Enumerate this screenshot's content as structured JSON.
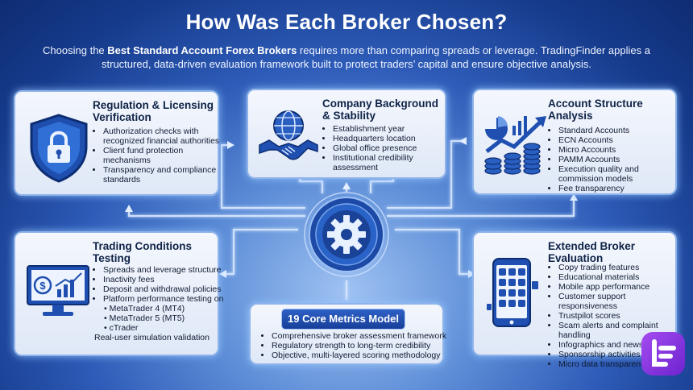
{
  "header": {
    "title": "How Was Each Broker Chosen?",
    "intro_before": "Choosing the ",
    "intro_bold": "Best Standard Account Forex Brokers",
    "intro_after": " requires more than comparing spreads or leverage. TradingFinder applies a structured, data-driven evaluation framework built to protect traders’ capital and ensure objective analysis."
  },
  "cards": {
    "regulation": {
      "title_line1": "Regulation & Licensing",
      "title_line2": "Verification",
      "items": [
        "Authorization checks with recognized financial authorities",
        "Client fund protection mechanisms",
        "Transparency and compliance standards"
      ],
      "icon": "shield-lock-icon"
    },
    "company": {
      "title_line1": "Company Background",
      "title_line2": "& Stability",
      "items": [
        "Establishment year",
        "Headquarters location",
        "Global office presence",
        "Institutional credibility assessment"
      ],
      "icon": "globe-handshake-icon"
    },
    "account": {
      "title_line1": "Account Structure",
      "title_line2": "Analysis",
      "items": [
        "Standard Accounts",
        "ECN Accounts",
        "Micro Accounts",
        "PAMM Accounts",
        "Execution quality and commission models",
        "Fee transparency"
      ],
      "icon": "coins-chart-icon"
    },
    "trading": {
      "title_line1": "Trading Conditions",
      "title_line2": "Testing",
      "items": [
        "Spreads and leverage structure",
        "Inactivity fees",
        "Deposit and withdrawal policies",
        "Platform performance testing on"
      ],
      "platforms": [
        "MetaTrader 4 (MT4)",
        "MetaTrader 5 (MT5)",
        "cTrader"
      ],
      "footer": "Real-user simulation validation",
      "icon": "monitor-chart-icon"
    },
    "extended": {
      "title_line1": "Extended Broker",
      "title_line2": "Evaluation",
      "items": [
        "Copy trading features",
        "Educational materials",
        "Mobile app performance",
        "Customer support responsiveness",
        "Trustpilot scores",
        "Scam alerts and complaint handling",
        "Infographics and news updates",
        "Sponsorship activities",
        "Micro data transparency"
      ],
      "icon": "mobile-apps-icon"
    },
    "core": {
      "title": "19 Core Metrics Model",
      "items": [
        "Comprehensive broker assessment framework",
        "Regulatory strength to long-term credibility",
        "Objective, multi-layered scoring methodology"
      ]
    }
  },
  "hub_icon": "gear-icon",
  "logo_icon": "tradingfinder-logo-icon",
  "colors": {
    "background": "#163b8c",
    "card_border": "#8fb3ea",
    "title_text": "#0f2347",
    "accent_blue": "#1f4fb0",
    "logo_purple": "#8a38e0"
  }
}
